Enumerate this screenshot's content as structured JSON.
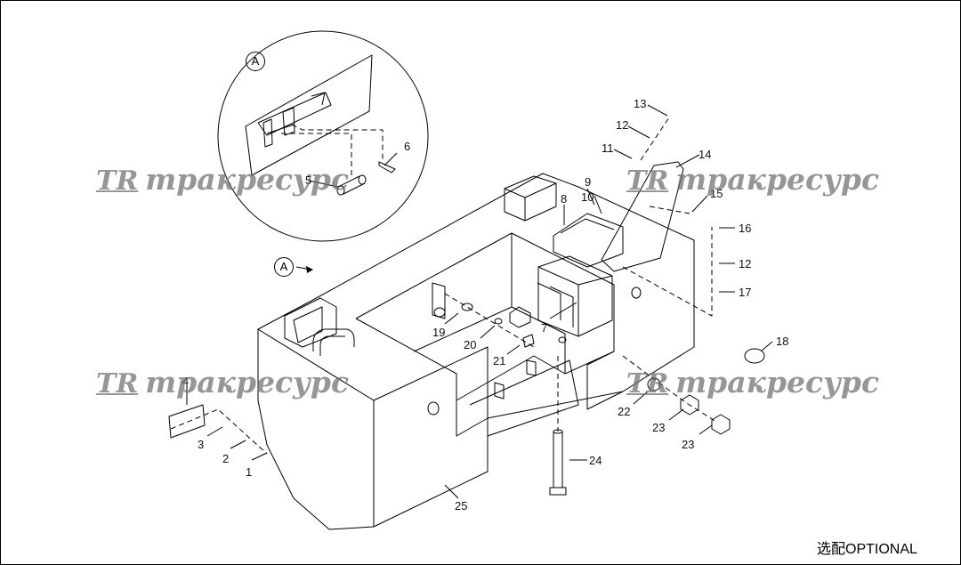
{
  "parts": [
    "1",
    "2",
    "3",
    "4",
    "5",
    "6",
    "7",
    "8",
    "9",
    "10",
    "11",
    "12",
    "13",
    "14",
    "15",
    "16",
    "12",
    "17",
    "18",
    "19",
    "20",
    "21",
    "22",
    "23",
    "23",
    "24",
    "25"
  ],
  "detail_markers": [
    "A",
    "A"
  ],
  "watermarks": [
    {
      "logo": "TR",
      "text": "тракресурс"
    },
    {
      "logo": "TR",
      "text": "тракресурс"
    },
    {
      "logo": "TR",
      "text": "тракресурс"
    },
    {
      "logo": "TR",
      "text": "тракресурс"
    }
  ],
  "footer_note": "选配OPTIONAL",
  "colors": {
    "line": "#000000",
    "watermark": "#6e6e6e",
    "background": "#ffffff"
  }
}
